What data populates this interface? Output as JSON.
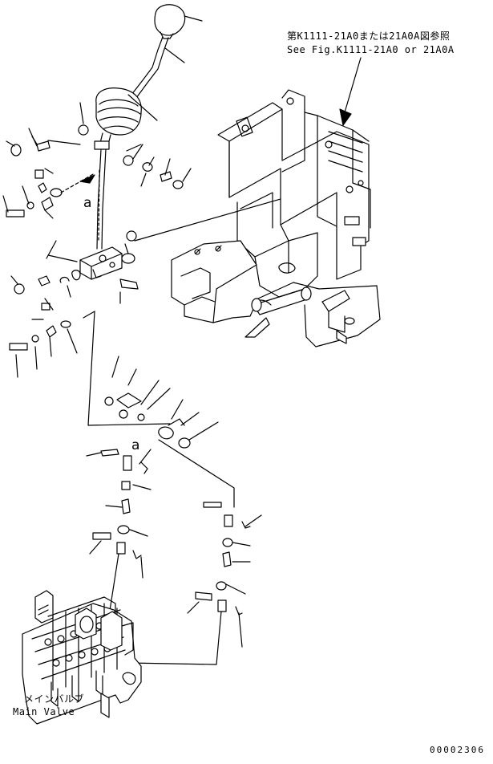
{
  "reference": {
    "jp": "第K1111-21A0または21A0A図参照",
    "en": "See Fig.K1111-21A0 or 21A0A"
  },
  "main_valve": {
    "jp": "メインバルブ",
    "en": "Main Valve"
  },
  "markers": {
    "a1": "a",
    "a2": "a"
  },
  "drawing_number": "00002306"
}
